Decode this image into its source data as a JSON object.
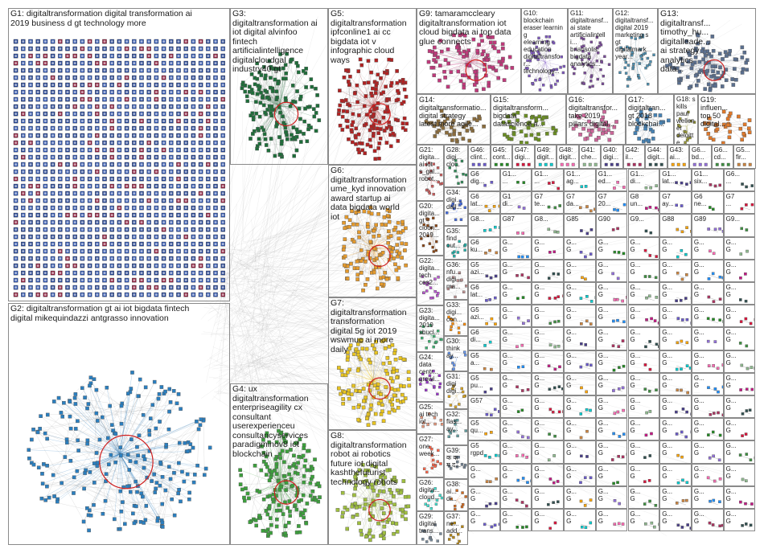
{
  "groups": [
    {
      "id": "G1",
      "label": "G1: digitaltransformation digital transformation ai\n2019 business d gt technology more",
      "color": "#1f3f8f"
    },
    {
      "id": "G2",
      "label": "G2: digitaltransformation gt ai iot bigdata fintech\ndigital mikequindazzi antgrasso innovation",
      "color": "#2a7fc0"
    },
    {
      "id": "G3",
      "label": "G3:\ndigitaltransformation ai\niot digital alvinfoo\nfintech\nartificialintelligence\ndigitalcloudgal\nindustry40 gt",
      "color": "#1e6e3a"
    },
    {
      "id": "G4",
      "label": "G4: ux\ndigitaltransformation\nenterpriseagility cx\nconsultant\nuserexperienceu\nconsultancyservices\nparadigminov8 iot\nblockchain",
      "color": "#3ca03c"
    },
    {
      "id": "G5",
      "label": "G5:\ndigitaltransformation\nipfconline1 ai cc\nbigdata iot v\ninfographic cloud\nways",
      "color": "#b22222"
    },
    {
      "id": "G6",
      "label": "G6:\ndigitaltransformation\nume_kyd innovation\naward startup ai\ndata bigdata world\niot",
      "color": "#e59a2c"
    },
    {
      "id": "G7",
      "label": "G7:\ndigitaltransformation\ntransformation\ndigital 5g iot 2019\nwswmuc ai more\ndaily",
      "color": "#e8c420"
    },
    {
      "id": "G8",
      "label": "G8:\ndigitaltransformation\nrobot ai robotics\nfuture iot digital\nkashthefuturist\ntechnology robots",
      "color": "#9fbf3f"
    },
    {
      "id": "G9",
      "label": "G9: tamaramccleary\ndigitaltransformation iot\ncloud bigdata ai top data\nglue connects",
      "color": "#c0397b"
    },
    {
      "id": "G10",
      "label": "G10:\nblockchain\neraser learning\nelearning\neducation\ndigitaltransfor...\ntechnology...",
      "color": "#7e57c2"
    },
    {
      "id": "G11",
      "label": "G11:\ndigitaltransf...\nai state\nartificialintelli...\nbriansolis\nbigdata\nanalytics...",
      "color": "#7a4a9a"
    },
    {
      "id": "G12",
      "label": "G12:\ndigitaltransf...\ndigital 2019\nmarketing s\ngt\ndigitalmark...\nyear...",
      "color": "#4c8fb0"
    },
    {
      "id": "G13",
      "label": "G13:\ndigitaltransf...\ntimothy_hu...\ndigitalleade...\nai strategy\nanalytics\ndata...",
      "color": "#5a6f8f"
    },
    {
      "id": "G14",
      "label": "G14:\ndigitaltransformatio...\ndigital strategy\nlatest more agile...",
      "color": "#8c6d3c"
    },
    {
      "id": "G15",
      "label": "G15:\ndigitaltransform...\nbigdata\ndatascience â...",
      "color": "#6b8e23"
    },
    {
      "id": "G16",
      "label": "G16:\ndigitaltransfor...\ntake 2019\npillars digital...",
      "color": "#cc6699"
    },
    {
      "id": "G17",
      "label": "G17:\ndigitaltran...\ngt 2018\nblockchai...",
      "color": "#4682b4"
    },
    {
      "id": "G18",
      "label": "G18: skills\npaul\nwellener\ndeloitte...",
      "color": "#999933"
    },
    {
      "id": "G19",
      "label": "G19:\ninfluen...\ntop 50\ndigital...",
      "color": "#e0792a"
    },
    {
      "id": "G21",
      "label": "G21:\ndigita...\nai iot\ns_gal...\nrobot...",
      "color": "#cd5c5c"
    },
    {
      "id": "G28",
      "label": "G28:\ndigi...\nclo...",
      "color": "#2e8b57"
    },
    {
      "id": "G34",
      "label": "G34:\ndigi...\ndail...",
      "color": "#4169e1"
    },
    {
      "id": "G20",
      "label": "G20:\ndigita...\ngt\ncioon...\n2019...",
      "color": "#8b4513"
    },
    {
      "id": "G35",
      "label": "G35:\nfind\nout...",
      "color": "#20b2aa"
    },
    {
      "id": "G22",
      "label": "G22:\ndigita...\ntech\nces2...",
      "color": "#ba55d3"
    },
    {
      "id": "G36",
      "label": "G36:\nnfu...\ndigi\nma...",
      "color": "#bc8f8f"
    },
    {
      "id": "G23",
      "label": "G23:\ndigita...\n2019\nsbucl...",
      "color": "#3cb371"
    },
    {
      "id": "G33",
      "label": "G33:\ndigi...\ncon...",
      "color": "#ff8c00"
    },
    {
      "id": "G30",
      "label": "G30:\nthink\nay...",
      "color": "#6495ed"
    },
    {
      "id": "G24",
      "label": "G24:\ndata\ncentr...\ngrowi...",
      "color": "#9932cc"
    },
    {
      "id": "G31",
      "label": "G31:\ndigi\ndigi...",
      "color": "#daa520"
    },
    {
      "id": "G25",
      "label": "G25:\nai tech\niot...",
      "color": "#e9967a"
    },
    {
      "id": "G32",
      "label": "G32:\nflas...\nay...",
      "color": "#5f9ea0"
    },
    {
      "id": "G27",
      "label": "G27:\none\nweek...",
      "color": "#ff6347"
    },
    {
      "id": "G39",
      "label": "G39:\nक क\nम द...",
      "color": "#708090"
    },
    {
      "id": "G26",
      "label": "G26:\ndigita...\ncloud...",
      "color": "#40e0d0"
    },
    {
      "id": "G38",
      "label": "G38:\nai...\ndi...",
      "color": "#d2691e"
    },
    {
      "id": "G29",
      "label": "G29:\ndigital\ntrans...",
      "color": "#778899"
    },
    {
      "id": "G37",
      "label": "G37:\nne...\nadd...",
      "color": "#b8860b"
    }
  ],
  "small_groups_header": [
    {
      "id": "G46",
      "label": "G46:\nclint...",
      "color": "#6a5acd"
    },
    {
      "id": "G45",
      "label": "G45:\ncont...",
      "color": "#228b22"
    },
    {
      "id": "G47",
      "label": "G47:\ndigi...",
      "color": "#dc143c"
    },
    {
      "id": "G49",
      "label": "G49:\ndigit...",
      "color": "#00ced1"
    },
    {
      "id": "G48",
      "label": "G48:\ndigit...",
      "color": "#ff69b4"
    },
    {
      "id": "G41",
      "label": "G41:\nche...",
      "color": "#8fbc8f"
    },
    {
      "id": "G40",
      "label": "G40:\ndigi...",
      "color": "#483d8b"
    },
    {
      "id": "G42",
      "label": "G42:\nil...",
      "color": "#b03060"
    },
    {
      "id": "G44",
      "label": "G44:\ndigit...",
      "color": "#2f4f4f"
    },
    {
      "id": "G43",
      "label": "G43:\nai...",
      "color": "#ffa500"
    },
    {
      "id": "G6x",
      "label": "G6...\nbd...",
      "color": "#9370db"
    },
    {
      "id": "G6y",
      "label": "G6...\ncd...",
      "color": "#3d9140"
    },
    {
      "id": "G5x",
      "label": "G5...\nfir...",
      "color": "#cd853f"
    }
  ],
  "grid_labels": {
    "row1": [
      "G6\ndig...",
      "G1...\n...",
      "G1...\n...",
      "G1...\nag...",
      "G1...\ned...",
      "G1...\ndi...",
      "G1...\nlat...",
      "G1...\nsix...",
      "G6...\n..."
    ],
    "row2": [
      "G6\nlat...",
      "G1\ndi...",
      "G7\nte...",
      "G7\nda...",
      "G7\n20...",
      "G8\nun...",
      "G7\nay...",
      "G6\nne...",
      "G7\n..."
    ],
    "row3": [
      "G8...",
      "G87",
      "G8...",
      "G85",
      "G90",
      "G9...",
      "G88",
      "G89",
      "G9..."
    ],
    "left_col": [
      "G6\nku...",
      "G5\nazi...",
      "G6\nlat...",
      "G5\nazi...",
      "G6\ndi...",
      "G5\na...",
      "G5\npu...",
      "G57",
      "G5\nqu...",
      "G5\nrgpd"
    ]
  },
  "repeat_label": "G...\nG"
}
